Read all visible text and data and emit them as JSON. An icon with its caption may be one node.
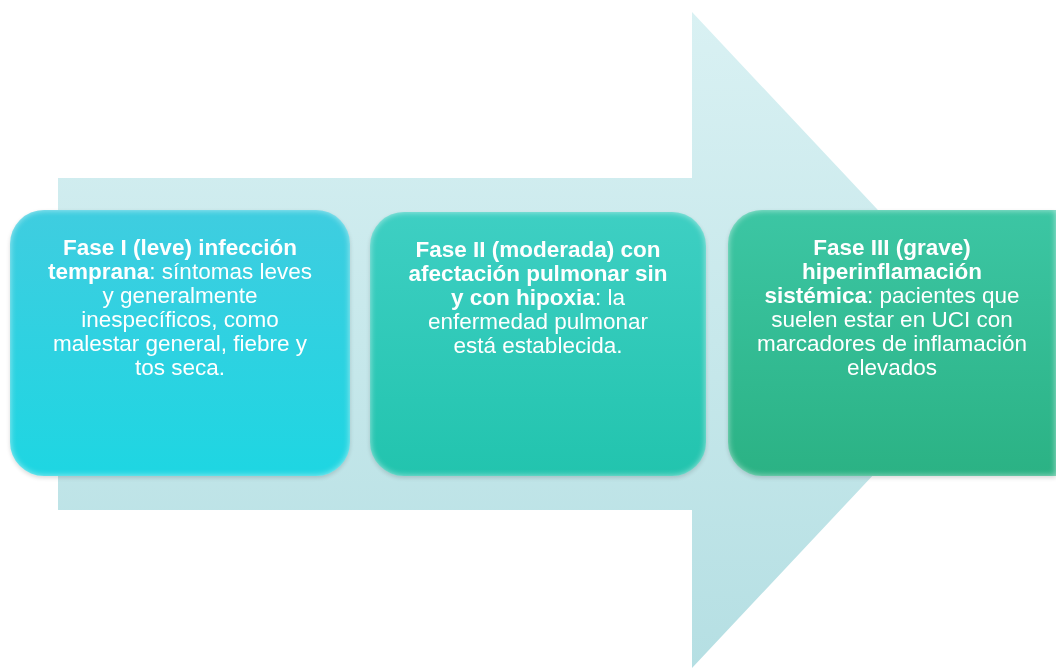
{
  "diagram": {
    "nodes": [
      {
        "text": [
          "**Fase I (leve) infección temprana**: síntomas leves y generalmente inespecíficos, como malestar general, fiebre y tos seca."
        ]
      },
      {
        "text": [
          "**Fase II (moderada) con afectación pulmonar sin y con hipoxia**: la enfermedad pulmonar está establecida."
        ]
      },
      {
        "text": [
          "**Fase III (grave) hiperinflamación sistémica**: pacientes que suelen estar en UCI con marcadores de inflamación elevados"
        ]
      }
    ],
    "edges": [
      {
        "from": 0,
        "to": 2,
        "arrow": "to"
      }
    ]
  }
}
